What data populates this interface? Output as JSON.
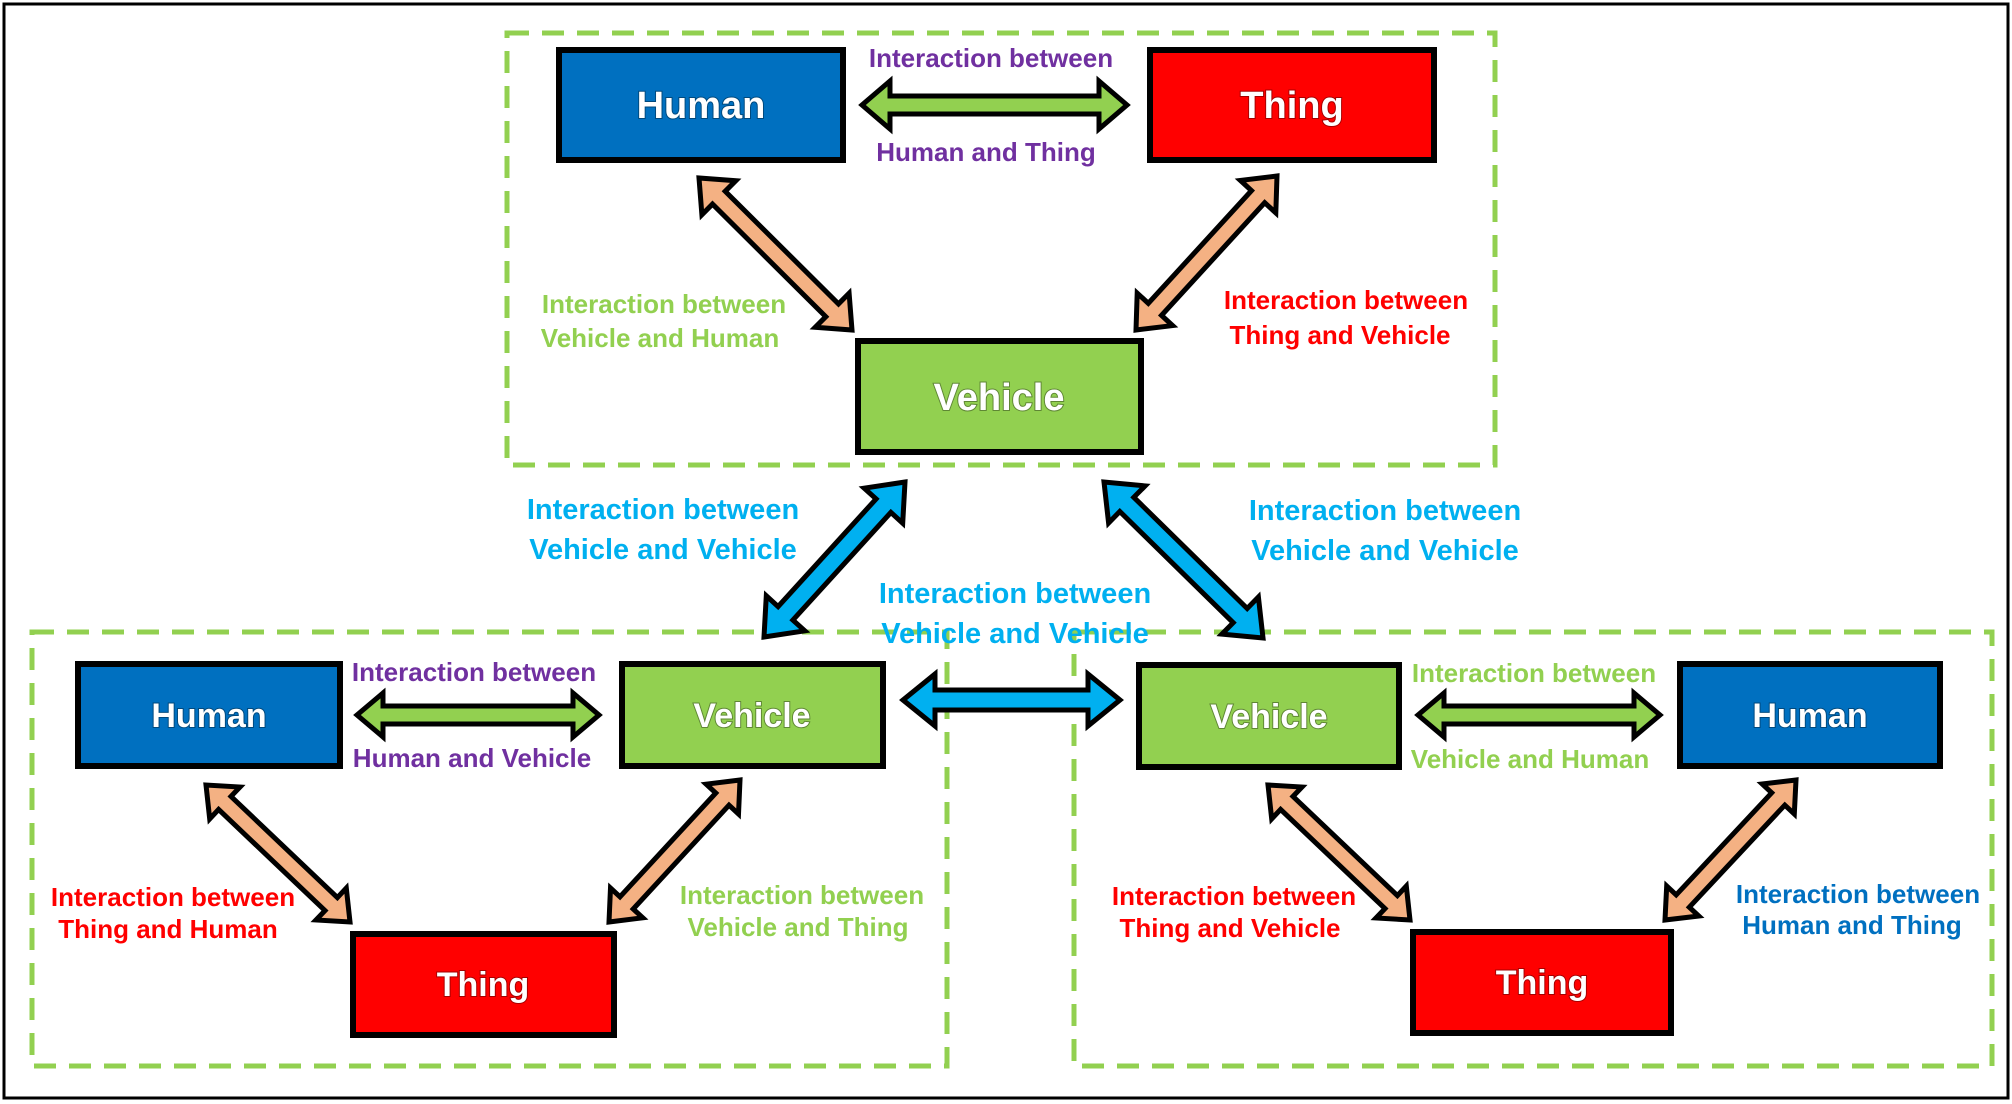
{
  "colors": {
    "human": "#0070C0",
    "thing": "#FF0000",
    "vehicle": "#92D050",
    "green_text": "#92D050",
    "red_text": "#FF0000",
    "purple_text": "#7030A0",
    "blue_text": "#00B0F0",
    "dark_blue_text": "#0070C0",
    "orange_arrow": "#F4B183",
    "green_arrow": "#92D050",
    "blue_arrow": "#00B0F0",
    "dashed_box": "#92D050"
  },
  "top": {
    "human": "Human",
    "thing": "Thing",
    "vehicle": "Vehicle",
    "human_thing": [
      "Interaction between",
      "Human and Thing"
    ],
    "vehicle_human": [
      "Interaction between",
      "Vehicle and Human"
    ],
    "thing_vehicle": [
      "Interaction between",
      "Thing and Vehicle"
    ]
  },
  "left": {
    "human": "Human",
    "vehicle": "Vehicle",
    "thing": "Thing",
    "human_vehicle": [
      "Interaction between",
      "Human and Vehicle"
    ],
    "thing_human": [
      "Interaction between",
      "Thing and Human"
    ],
    "vehicle_thing": [
      "Interaction between",
      "Vehicle and Thing"
    ]
  },
  "right": {
    "vehicle": "Vehicle",
    "human": "Human",
    "thing": "Thing",
    "vehicle_human": [
      "Interaction between",
      "Vehicle and Human"
    ],
    "thing_vehicle": [
      "Interaction between",
      "Thing and Vehicle"
    ],
    "human_thing": [
      "Interaction between",
      "Human and Thing"
    ]
  },
  "v2v": {
    "left": [
      "Interaction between",
      "Vehicle and Vehicle"
    ],
    "right": [
      "Interaction between",
      "Vehicle and Vehicle"
    ],
    "middle": [
      "Interaction between",
      "Vehicle and Vehicle"
    ]
  }
}
